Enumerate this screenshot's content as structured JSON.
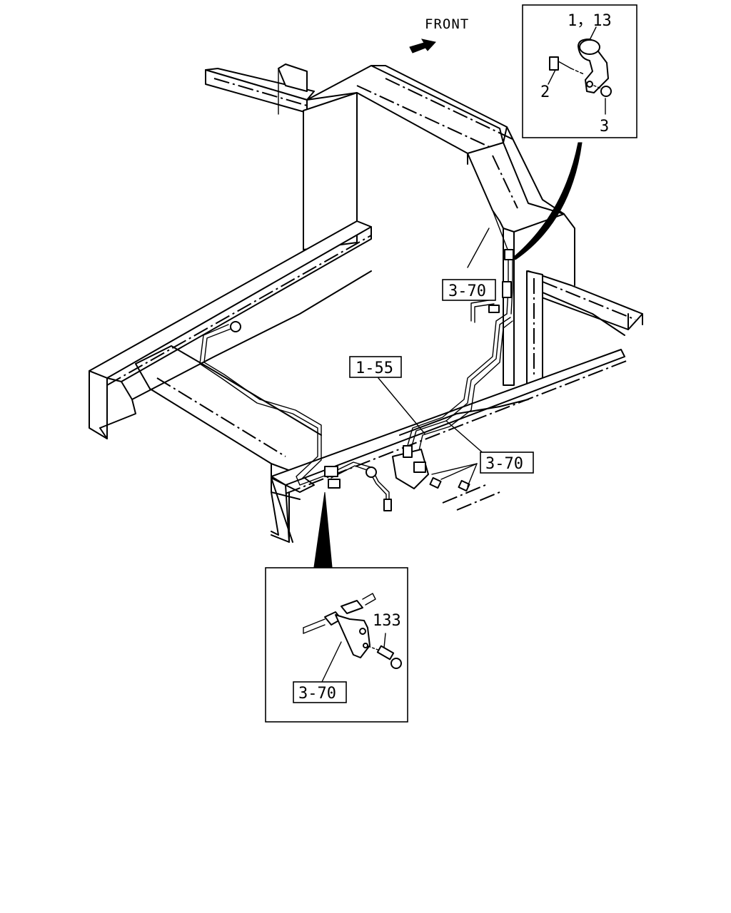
{
  "diagram": {
    "direction_label": "FRONT",
    "callouts": {
      "clip_part": "1，13",
      "bolt": "2",
      "nut": "3",
      "upper_ref": "3-70",
      "pipe_ref": "1-55",
      "lower_ref": "3-70",
      "bracket_bolt": "133",
      "bracket_ref": "3-70"
    }
  }
}
